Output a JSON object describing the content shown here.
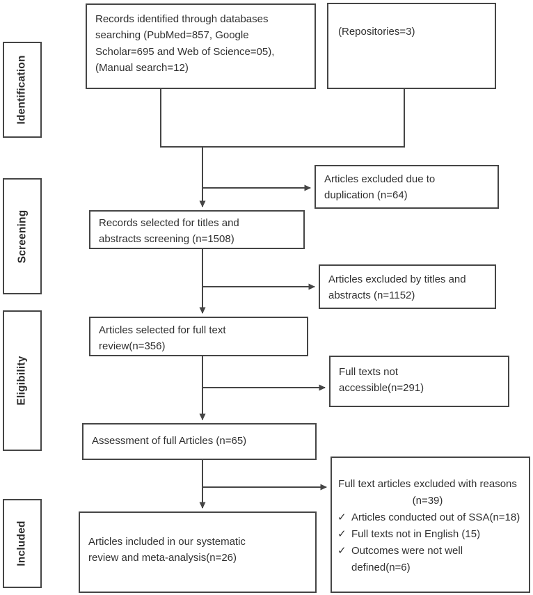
{
  "diagram": {
    "title_semantic": "PRISMA flow diagram of study selection",
    "colors": {
      "ink": "#454545",
      "background": "#ffffff"
    },
    "stages": [
      {
        "label": "Identification"
      },
      {
        "label": "Screening"
      },
      {
        "label": "Eligibility"
      },
      {
        "label": "Included"
      }
    ],
    "boxes": {
      "records_identified": "Records identified through databases searching (PubMed=857, Google Scholar=695 and Web of Science=05), (Manual search=12)",
      "repositories": "(Repositories=3)",
      "duplication_excluded": "Articles excluded due to duplication (n=64)",
      "records_selected": "Records selected for titles and abstracts screening (n=1508)",
      "titles_excluded": "Articles excluded by titles and abstracts (n=1152)",
      "fulltext_selected": "Articles selected for full text review(n=356)",
      "fulltext_not_accessible": "Full texts not accessible(n=291)",
      "assessment": "Assessment of full Articles (n=65)",
      "included": "Articles included in our systematic review and meta-analysis(n=26)",
      "reasons": {
        "title": "Full text articles excluded with reasons (n=39)",
        "check_glyph": "✓",
        "items": [
          "Articles conducted out of SSA(n=18)",
          "Full texts not in English (15)",
          "Outcomes were not well defined(n=6)"
        ]
      }
    }
  }
}
